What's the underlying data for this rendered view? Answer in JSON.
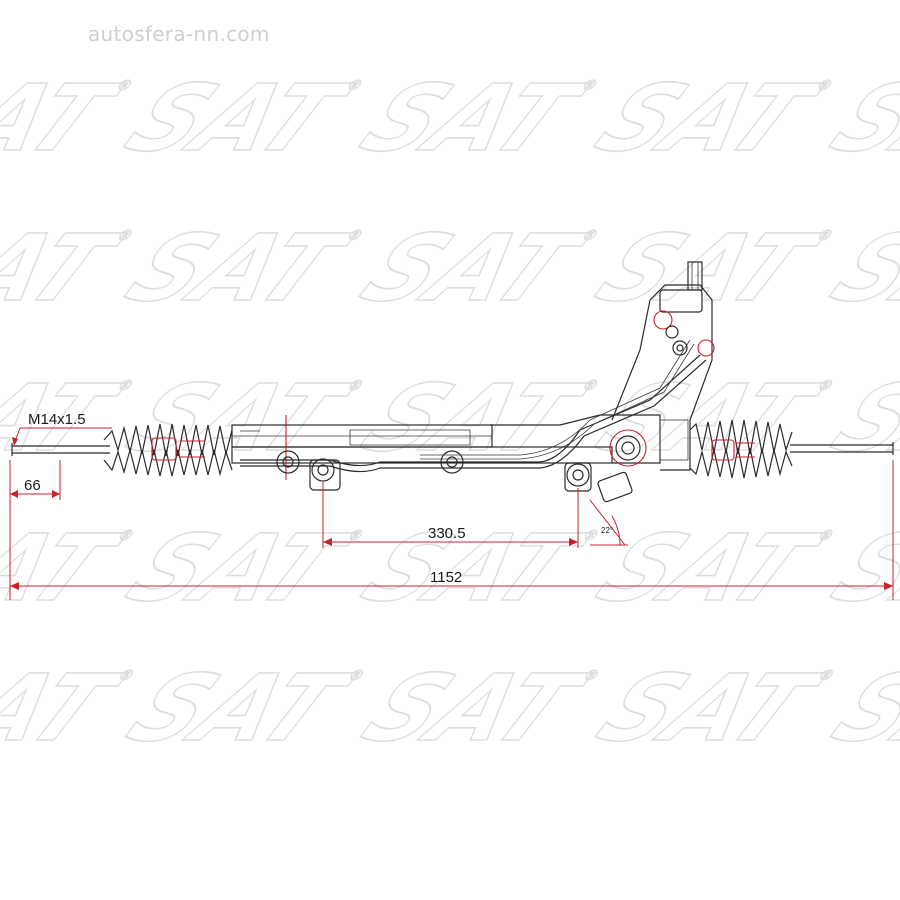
{
  "watermark": {
    "site": "autosfera-nn.com",
    "brand": "SAT",
    "registered_mark": "®"
  },
  "drawing": {
    "subject": "power steering rack",
    "colors": {
      "dimension_lines": "#c8202c",
      "outline": "#2b2b2b",
      "watermark": "#dedede"
    },
    "dimensions": {
      "thread": "M14x1.5",
      "end_length": "66",
      "mount_spacing": "330.5",
      "total_length": "1152",
      "angle": "22°"
    }
  }
}
